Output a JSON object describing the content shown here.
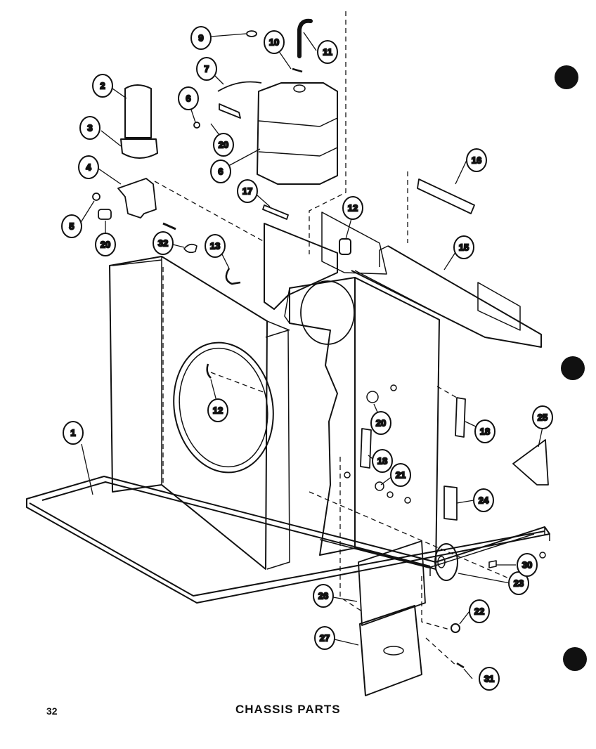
{
  "page_number": "32",
  "title": "CHASSIS PARTS",
  "callouts": [
    {
      "id": "c1",
      "label": "1"
    },
    {
      "id": "c2",
      "label": "2"
    },
    {
      "id": "c3",
      "label": "3"
    },
    {
      "id": "c4",
      "label": "4"
    },
    {
      "id": "c5",
      "label": "5"
    },
    {
      "id": "c6a",
      "label": "6"
    },
    {
      "id": "c6b",
      "label": "6"
    },
    {
      "id": "c7",
      "label": "7"
    },
    {
      "id": "c9",
      "label": "9"
    },
    {
      "id": "c10",
      "label": "10"
    },
    {
      "id": "c11",
      "label": "11"
    },
    {
      "id": "c12a",
      "label": "12"
    },
    {
      "id": "c12b",
      "label": "12"
    },
    {
      "id": "c13",
      "label": "13"
    },
    {
      "id": "c15",
      "label": "15"
    },
    {
      "id": "c16",
      "label": "16"
    },
    {
      "id": "c17",
      "label": "17"
    },
    {
      "id": "c18a",
      "label": "18"
    },
    {
      "id": "c18b",
      "label": "18"
    },
    {
      "id": "c20a",
      "label": "20"
    },
    {
      "id": "c20b",
      "label": "20"
    },
    {
      "id": "c20c",
      "label": "20"
    },
    {
      "id": "c21",
      "label": "21"
    },
    {
      "id": "c22",
      "label": "22"
    },
    {
      "id": "c23",
      "label": "23"
    },
    {
      "id": "c24",
      "label": "24"
    },
    {
      "id": "c25",
      "label": "25"
    },
    {
      "id": "c26",
      "label": "26"
    },
    {
      "id": "c27",
      "label": "27"
    },
    {
      "id": "c30",
      "label": "30"
    },
    {
      "id": "c31",
      "label": "31"
    },
    {
      "id": "c32",
      "label": "32"
    }
  ],
  "colors": {
    "ink": "#111111",
    "paper": "#ffffff"
  }
}
